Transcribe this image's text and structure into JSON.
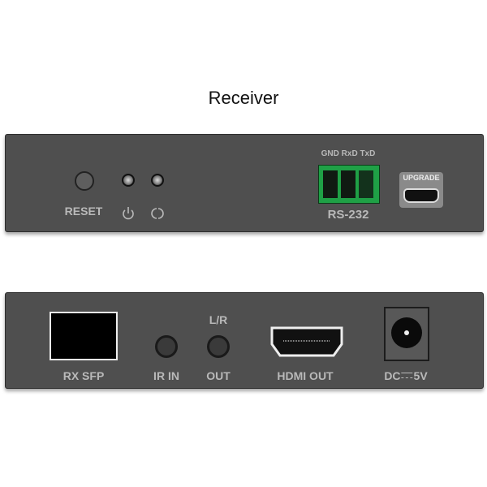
{
  "title": "Receiver",
  "top_panel": {
    "reset_label": "RESET",
    "power_icon": "power-icon",
    "link_icon": "link-circle-icon",
    "rs232_pins": "GND RxD TxD",
    "rs232_label": "RS-232",
    "upgrade_label": "UPGRADE",
    "terminal_color": "#1fa046"
  },
  "bottom_panel": {
    "rx_sfp_label": "RX SFP",
    "ir_in_label": "IR IN",
    "lr_label": "L/R",
    "out_label": "OUT",
    "hdmi_out_label": "HDMI OUT",
    "dc_label": "DC",
    "dc_voltage": "5V"
  }
}
